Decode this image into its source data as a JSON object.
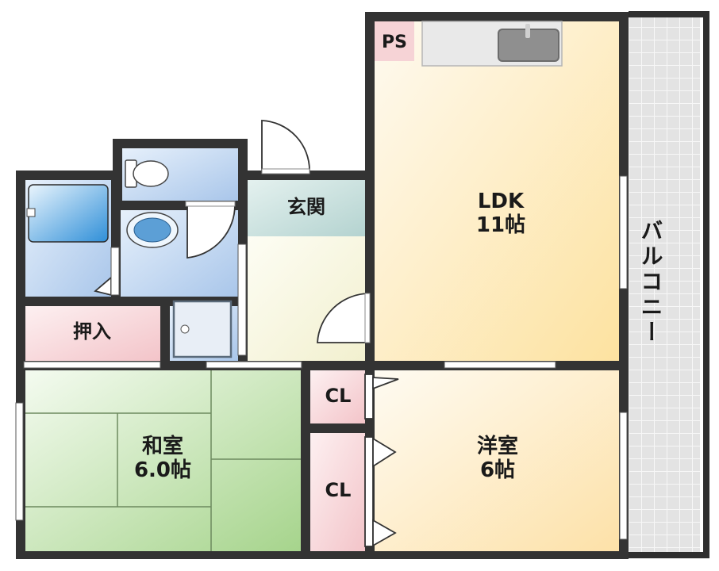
{
  "floor_plan": {
    "rooms": {
      "ldk": {
        "name": "LDK",
        "size": "11帖"
      },
      "washitsu": {
        "name": "和室",
        "size": "6.0帖"
      },
      "yoshitsu": {
        "name": "洋室",
        "size": "6帖"
      },
      "genkan": {
        "name": "玄関"
      },
      "oshiire": {
        "name": "押入"
      },
      "closet_upper": {
        "name": "CL"
      },
      "closet_lower": {
        "name": "CL"
      },
      "pipe_space": {
        "name": "PS"
      },
      "balcony": {
        "name": "バルコニー"
      }
    },
    "colors": {
      "wall": "#333333",
      "ldk_floor": "#fde9b6",
      "yoshitsu_floor": "#fdebc0",
      "genkan_floor": "#f8f4d8",
      "entry_tile": "#c7e0de",
      "wet_area": "#bcd3f0",
      "tatami": "#c3e2b3",
      "storage": "#f6d3d6",
      "balcony": "#dcdcdc",
      "fixture_blue": "#5c9fd6"
    }
  }
}
